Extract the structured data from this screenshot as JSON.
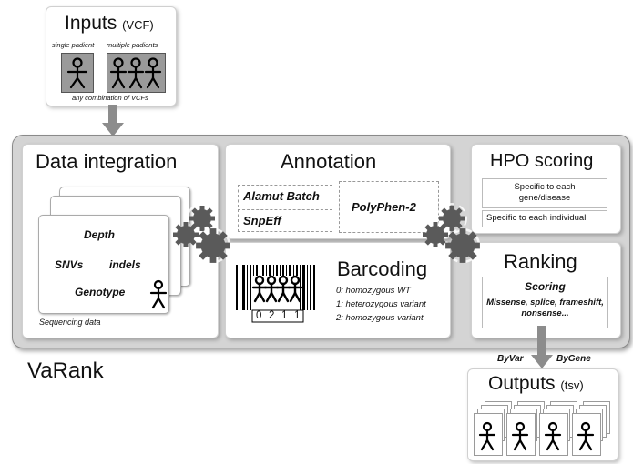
{
  "inputs": {
    "title": "Inputs",
    "subtitle": "(VCF)",
    "single_label": "single padient",
    "multiple_label": "multiple padients",
    "combination_label": "any combination  of VCFs"
  },
  "data_integration": {
    "title": "Data integration",
    "depth": "Depth",
    "snvs": "SNVs",
    "indels": "indels",
    "genotype": "Genotype",
    "caption": "Sequencing data"
  },
  "annotation": {
    "title": "Annotation",
    "alamut": "Alamut Batch",
    "snpeff": "SnpEff",
    "polyphen": "PolyPhen-2"
  },
  "barcoding": {
    "title": "Barcoding",
    "digits": [
      "0",
      "2",
      "1",
      "1"
    ],
    "legend": [
      "0: homozygous WT",
      "1: heterozygous  variant",
      "2: homozygous  variant"
    ]
  },
  "hpo": {
    "title": "HPO scoring",
    "gene_disease": "Specific to each gene/disease",
    "individual": "Specific to each individual"
  },
  "ranking": {
    "title": "Ranking",
    "scoring": "Scoring",
    "categories": "Missense, splice, frameshift, nonsense..."
  },
  "tool_name": "VaRank",
  "outputs": {
    "title": "Outputs",
    "subtitle": "(tsv)",
    "byvar": "ByVar",
    "bygene": "ByGene"
  },
  "colors": {
    "panel_gray": "#d4d4d4",
    "arrow_gray": "#8c8c8c",
    "gear_gray": "#5a5a5a",
    "patient_box": "#9a9a9a"
  }
}
